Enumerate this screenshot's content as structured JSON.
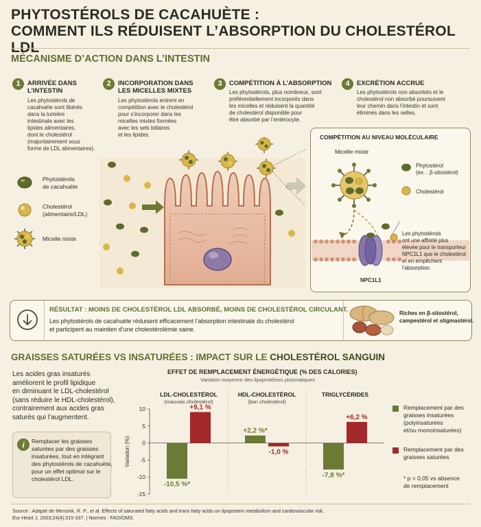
{
  "title_line1": "PHYTOSTÉROLS DE CACAHUÈTE :",
  "title_line2": "COMMENT ILS RÉDUISENT L’ABSORPTION DU CHOLESTÉROL LDL",
  "section1_title": "MÉCANISME D’ACTION DANS L’INTESTIN",
  "steps": [
    {
      "num": "1",
      "title": "ARRIVÉE DANS\nL’INTESTIN",
      "text": "Les phytostérols de\ncacahuète sont libérés\ndans la lumière\nintestinale avec les\nlipides alimentaires,\ndont le cholestérol\n(majoritairement sous\nforme de LDL alimentaires)."
    },
    {
      "num": "2",
      "title": "INCORPORATION DANS\nLES MICELLES MIXTES",
      "text": "Les phytostérols entrent en\ncompétition avec le cholestérol\npour s’incorporer dans les\nmicelles mixtes formées\navec les sels biliaires\net les lipides."
    },
    {
      "num": "3",
      "title": "COMPÉTITION À L’ABSORPTION",
      "text": "Les phytostérols, plus nombreux, sont\npréférentiellement incorporés dans\nles micelles et réduisent la quantité\nde cholestérol disponible pour\nêtre absorbé par l’entérocyte."
    },
    {
      "num": "4",
      "title": "EXCRÉTION ACCRUE",
      "text": "Les phytostérols non absorbés et le\ncholestérol non absorbé poursuivent\nleur chemin dans l’intestin et sont\néliminés dans les selles."
    }
  ],
  "legend": {
    "phytosterol": "Phytostérols\nde cacahuète",
    "cholesterol": "Cholestérol\n(alimentaire/LDL)",
    "micelle": "Micelle mixte"
  },
  "molecular": {
    "title": "COMPÉTITION AU NIVEAU MOLÉCULAIRE",
    "micelle_label": "Micelle mixte",
    "phyto_label": "Phytostérol\n(ex. : β-sitostérol)",
    "chol_label": "Cholestérol",
    "transporter_label": "NPC1L1",
    "note": "Les phytostérols\nont une affinité plus\nélevée pour le transporteur\nNPC1L1 que le cholestérol\net en empêchent\nl’absorption."
  },
  "result": {
    "title": "RÉSULTAT : MOINS DE CHOLESTÉROL LDL ABSORBÉ, MOINS DE CHOLESTÉROL CIRCULANT.",
    "text": "Les phytostérols de cacahuète réduisent efficacement l’absorption intestinale du cholestérol\net participent au maintien d’une cholestérolémie saine.",
    "peanut_note": "Riches en β-sitostérol,\ncampestérol et stigmastérol."
  },
  "section2": {
    "title_a": "GRAISSES SATURÉES VS INSATURÉES : IMPACT SUR LE ",
    "title_b": "CHOLESTÉROL SANGUIN"
  },
  "left_text": "Les acides gras insaturés\naméliorent le profil lipidique\nen diminuant le LDL-cholestérol\n(sans réduire le HDL-cholestérol),\ncontrairement aux acides gras\nsaturés qui l’augmentent.",
  "tip_text": "Remplacer les graisses\nsaturées par des graisses\ninsaturées, tout en intégrant\ndes phytostérols de cacahuète,\npour un effet optimal sur le\ncholestérol LDL.",
  "chart_data": {
    "type": "bar",
    "title": "EFFET DE REMPLACEMENT ÉNERGÉTIQUE (% DES CALORIES)",
    "subtitle": "Variation moyenne des lipoprotéines plasmatiques",
    "ylabel": "Variation (%)",
    "ylim": [
      -15,
      10
    ],
    "yticks": [
      10,
      5,
      0,
      -5,
      -10,
      -15
    ],
    "categories": [
      "LDL-CHOLESTÉROL",
      "HDL-CHOLESTÉROL",
      "TRIGLYCÉRIDES"
    ],
    "category_subs": [
      "(mauvais cholestérol)",
      "(bon cholestérol)",
      ""
    ],
    "series": [
      {
        "name": "Remplacement par des\ngraisses insaturées\n(polyinsaturées\net/ou monoinsaturées)",
        "color": "#6b7a35",
        "values": [
          -10.5,
          2.2,
          -7.8
        ],
        "labels": [
          "-10,5 %*",
          "+2,2 %*",
          "-7,8 %*"
        ]
      },
      {
        "name": "Remplacement par des\ngraisses saturées",
        "color": "#a3282a",
        "values": [
          9.1,
          -1.0,
          6.2
        ],
        "labels": [
          "+9,1 %",
          "-1,0 %",
          "+6,2 %"
        ]
      }
    ],
    "footnote": "* p < 0,05 vs absence\nde remplacement"
  },
  "source": "Source : Adapté de Mensink, R. P., et al. Effects of saturated fatty acids and trans fatty acids on lipoprotein metabolism and cardiovascular risk.\nEur Heart J, 2003;24(4):315-337. | Normes : FAO/OMS.",
  "colors": {
    "olive": "#6b7a35",
    "red": "#a3282a",
    "gold": "#d9b64a"
  }
}
